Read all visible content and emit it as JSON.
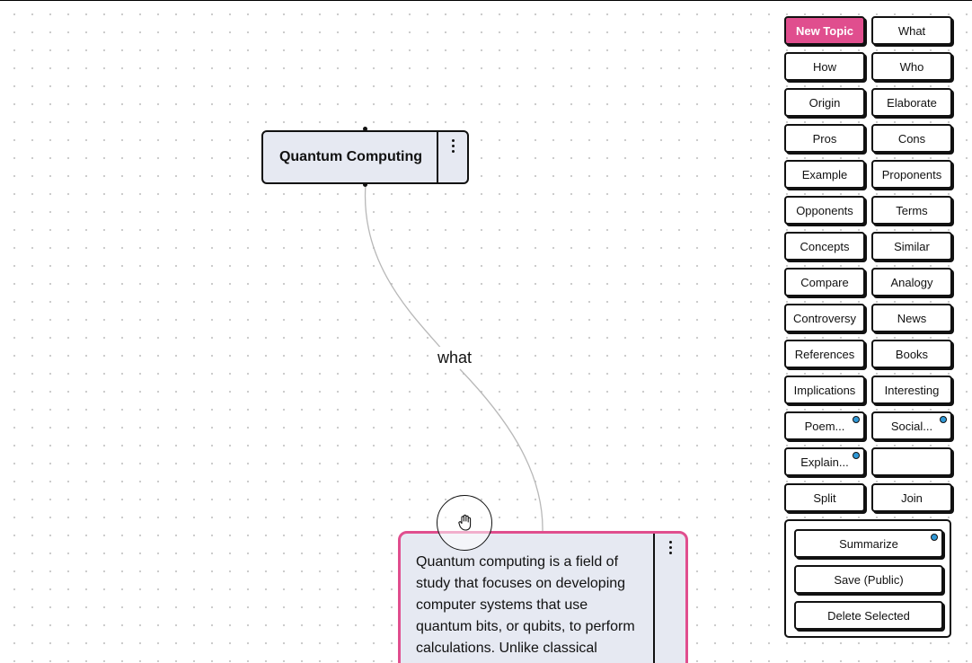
{
  "graph": {
    "topic_node": {
      "title": "Quantum Computing"
    },
    "edge": {
      "label": "what"
    },
    "answer_node": {
      "text": "Quantum computing is a field of study that focuses on developing computer systems that use quantum bits, or qubits, to perform calculations. Unlike classical computers that use bits"
    }
  },
  "sidebar": {
    "buttons": [
      {
        "label": "New Topic",
        "primary": true,
        "dot": false
      },
      {
        "label": "What",
        "primary": false,
        "dot": false
      },
      {
        "label": "How",
        "primary": false,
        "dot": false
      },
      {
        "label": "Who",
        "primary": false,
        "dot": false
      },
      {
        "label": "Origin",
        "primary": false,
        "dot": false
      },
      {
        "label": "Elaborate",
        "primary": false,
        "dot": false
      },
      {
        "label": "Pros",
        "primary": false,
        "dot": false
      },
      {
        "label": "Cons",
        "primary": false,
        "dot": false
      },
      {
        "label": "Example",
        "primary": false,
        "dot": false
      },
      {
        "label": "Proponents",
        "primary": false,
        "dot": false
      },
      {
        "label": "Opponents",
        "primary": false,
        "dot": false
      },
      {
        "label": "Terms",
        "primary": false,
        "dot": false
      },
      {
        "label": "Concepts",
        "primary": false,
        "dot": false
      },
      {
        "label": "Similar",
        "primary": false,
        "dot": false
      },
      {
        "label": "Compare",
        "primary": false,
        "dot": false
      },
      {
        "label": "Analogy",
        "primary": false,
        "dot": false
      },
      {
        "label": "Controversy",
        "primary": false,
        "dot": false
      },
      {
        "label": "News",
        "primary": false,
        "dot": false
      },
      {
        "label": "References",
        "primary": false,
        "dot": false
      },
      {
        "label": "Books",
        "primary": false,
        "dot": false
      },
      {
        "label": "Implications",
        "primary": false,
        "dot": false
      },
      {
        "label": "Interesting",
        "primary": false,
        "dot": false
      },
      {
        "label": "Poem...",
        "primary": false,
        "dot": true
      },
      {
        "label": "Social...",
        "primary": false,
        "dot": true
      },
      {
        "label": "Explain...",
        "primary": false,
        "dot": true
      },
      {
        "label": "",
        "primary": false,
        "dot": false
      },
      {
        "label": "Split",
        "primary": false,
        "dot": false
      },
      {
        "label": "Join",
        "primary": false,
        "dot": false
      }
    ],
    "actions": {
      "summarize": "Summarize",
      "save": "Save (Public)",
      "delete": "Delete Selected"
    }
  },
  "colors": {
    "accent": "#e04e8e",
    "node_fill": "#e6e9f2",
    "dot": "#2f98d6"
  }
}
